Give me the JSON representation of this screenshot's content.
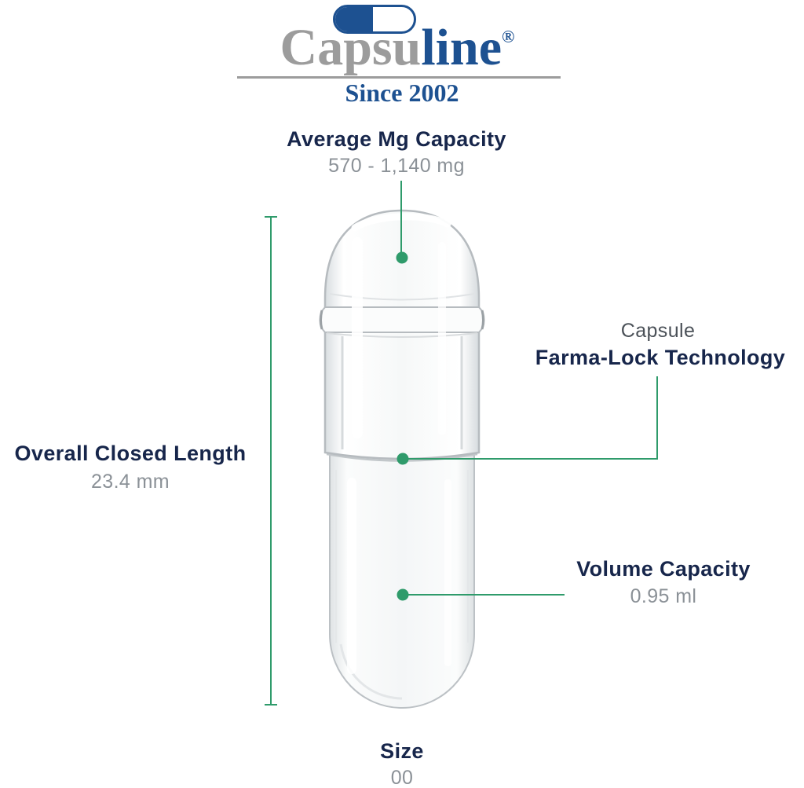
{
  "logo": {
    "wordmark_gray": "Capsu",
    "wordmark_blue": "line",
    "registered_mark": "®",
    "tagline": "Since 2002"
  },
  "annotations": {
    "avg_mg_capacity": {
      "title": "Average Mg Capacity",
      "value": "570 - 1,140 mg"
    },
    "farma_lock": {
      "line1": "Capsule",
      "line2": "Farma-Lock Technology"
    },
    "overall_closed_length": {
      "title": "Overall Closed Length",
      "value": "23.4 mm"
    },
    "volume_capacity": {
      "title": "Volume Capacity",
      "value": "0.95 ml"
    },
    "size": {
      "title": "Size",
      "value": "00"
    }
  },
  "colors": {
    "navy_text": "#17264b",
    "gray_text": "#8b9197",
    "green_accent": "#2f9b6b",
    "logo_blue": "#1d5191",
    "logo_gray": "#9c9c9c"
  }
}
